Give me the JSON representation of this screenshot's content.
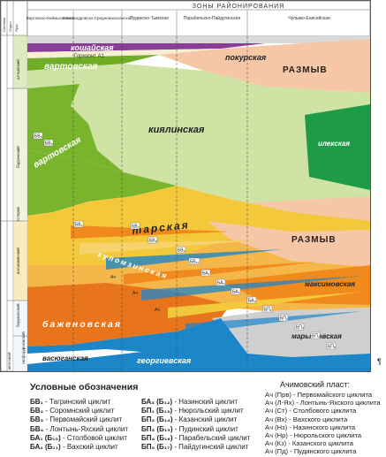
{
  "header": {
    "zones_title": "ЗОНЫ  РАЙОНИРОВАНИЯ",
    "zones": [
      "Вартовско-Каймысовская",
      "Александровско-Средневасюганская",
      "Пудинско-Тымская",
      "Парабельско-Пайдугинская",
      "Чулымо-Енисейская"
    ],
    "strat_columns": [
      "Система",
      "Отдел",
      "Ярус"
    ]
  },
  "left_scale": [
    "алтымский",
    "барремский",
    "готерив",
    "валанжинский",
    "берриасский",
    "волжский",
    "оксфорд",
    "келловей"
  ],
  "formations": {
    "koshayskaya": "кошайская",
    "horizon": "Горизонт А1",
    "vartovskaya_top": "вартовская",
    "pokurskaya": "покурская",
    "razmyv_top": "РАЗМЫВ",
    "kiyalinskaya": "киялинская",
    "vartovskaya": "вартовская",
    "ileskaya": "илекская",
    "tarskaya": "тарская",
    "kulomzinskaya": "куломзинская",
    "razmyv_mid": "РАЗМЫВ",
    "maksimovskaya": "максимовская",
    "bazhenovskaya": "баженовская",
    "maryanovskaya": "марьяновская",
    "vasyuganskaya": "васюганская",
    "georgievskaya": "георгиевская"
  },
  "layer_tags": [
    "БВ₅",
    "БВ₆",
    "БВ₁",
    "БВ₂",
    "БВ₈",
    "БВ₉",
    "БВ₁₀",
    "БА₁",
    "БА₂",
    "БА₃",
    "БА₄",
    "БП₁",
    "БП₂",
    "БП₃",
    "БП₄",
    "БП₅",
    "Ач",
    "Ач",
    "Ач"
  ],
  "legend": {
    "title": "Условные обозначения",
    "left_items": [
      {
        "code": "БВ₁",
        "desc": "- Тагринский циклит"
      },
      {
        "code": "БВ₂",
        "desc": "- Соромнский циклит"
      },
      {
        "code": "БВ₃",
        "desc": "- Первомайский циклит"
      },
      {
        "code": "БВ₄",
        "desc": "- Лонтынь-Яхский циклит"
      },
      {
        "code": "БА₁ (Б₁₀)",
        "desc": "- Столбовой циклит"
      },
      {
        "code": "БА₂ (Б₁₁)",
        "desc": "- Вахский циклит"
      }
    ],
    "mid_items": [
      {
        "code": "БА₃ (Б₁₂)",
        "desc": "- Назинский циклит"
      },
      {
        "code": "БП₁ (Б₁₃)",
        "desc": "- Нюрольский циклит"
      },
      {
        "code": "БП₂ (Б₁₄)",
        "desc": "- Казанский циклит"
      },
      {
        "code": "БП₃ (Б₁₅)",
        "desc": "- Пудинский циклит"
      },
      {
        "code": "БП₄ (Б₁₆)",
        "desc": "- Парабельский циклит"
      },
      {
        "code": "БП₅ (Б₁₇)",
        "desc": "- Пайдугинский циклит"
      }
    ],
    "ach_title": "Ачимовский пласт:",
    "ach_items": [
      "Ач (Прв)  - Первомайского циклита",
      "Ач (Л-Ях) - Лонтынь-Яхского циклита",
      "Ач (Ст)  - Столбового циклита",
      "Ач (Вх) - Вахского циклита",
      "Ач (Нз) - Назинского циклита",
      "Ач (Нр) - Нюрольского циклита",
      "Ач (Кз) - Казанского циклита",
      "Ач (Пд) - Пудинского циклита"
    ]
  },
  "pilcrow": "¶",
  "colors": {
    "green_dark": "#79b52c",
    "green_light": "#cfe3a5",
    "green_deep": "#1e9b48",
    "salmon": "#f6c7a6",
    "yellow": "#f3c83a",
    "orange": "#f08a1c",
    "blue": "#1d86c9",
    "purple": "#8a3d96",
    "grey": "#cfcfcf"
  }
}
